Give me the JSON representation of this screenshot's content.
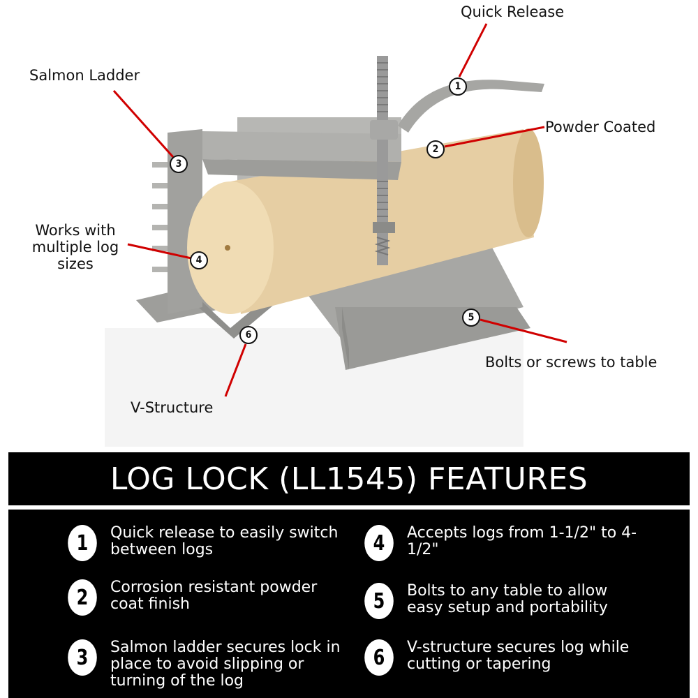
{
  "callouts": [
    {
      "number": "1",
      "label": "Quick Release"
    },
    {
      "number": "2",
      "label": "Powder Coated"
    },
    {
      "number": "3",
      "label": "Salmon Ladder"
    },
    {
      "number": "4",
      "label": "Works with multiple log sizes"
    },
    {
      "number": "5",
      "label": "Bolts or screws to table"
    },
    {
      "number": "6",
      "label": "V-Structure"
    }
  ],
  "title": "LOG LOCK (LL1545) FEATURES",
  "features": [
    {
      "number": "1",
      "text": "Quick release to easily switch between logs"
    },
    {
      "number": "2",
      "text": "Corrosion resistant powder coat finish"
    },
    {
      "number": "3",
      "text": "Salmon ladder secures lock in place to avoid slipping or turning of the log"
    },
    {
      "number": "4",
      "text": "Accepts logs from 1-1/2\" to 4-1/2\""
    },
    {
      "number": "5",
      "text": "Bolts to any table to allow easy setup and portability"
    },
    {
      "number": "6",
      "text": "V-structure secures log while cutting or tapering"
    }
  ],
  "colors": {
    "callout_line": "#d00000",
    "steel": "#a9a9a6",
    "wood": "#e7cfa6",
    "panel": "#000000"
  }
}
